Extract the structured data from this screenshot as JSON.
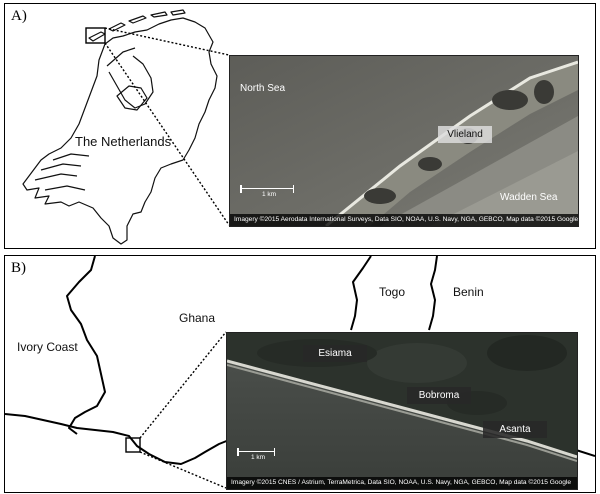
{
  "panel_a": {
    "letter": "A)",
    "country_label": "The Netherlands",
    "inset": {
      "north_sea": "North Sea",
      "town": "Vlieland",
      "wadden_sea": "Wadden Sea",
      "scale": "1 km",
      "credit": "Imagery ©2015 Aerodata International Surveys, Data SIO, NOAA, U.S. Navy, NGA, GEBCO, Map data ©2015 Google"
    }
  },
  "panel_b": {
    "letter": "B)",
    "labels": {
      "ivory_coast": "Ivory Coast",
      "ghana": "Ghana",
      "togo": "Togo",
      "benin": "Benin"
    },
    "inset": {
      "towns": [
        "Esiama",
        "Bobroma",
        "Asanta"
      ],
      "scale": "1 km",
      "credit": "Imagery ©2015 CNES / Astrium, TerraMetrica, Data SIO, NOAA, U.S. Navy, NGA, GEBCO, Map data ©2015 Google"
    }
  }
}
